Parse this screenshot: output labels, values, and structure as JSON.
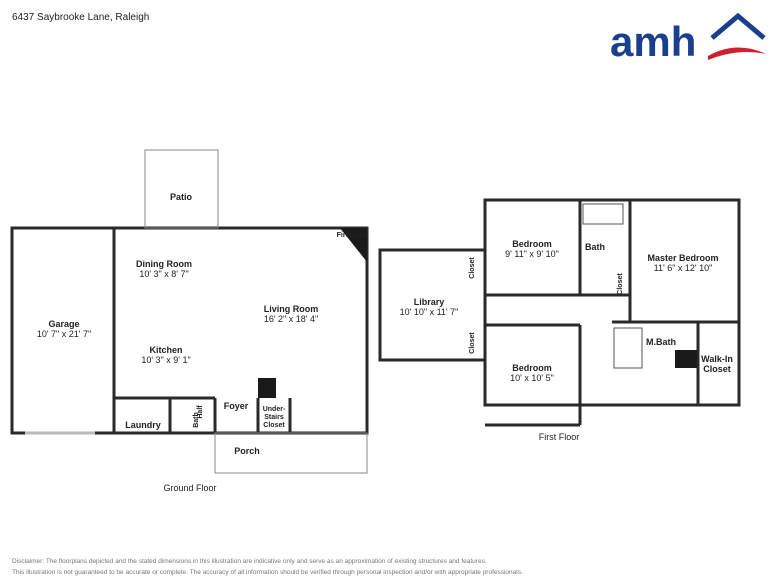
{
  "header": {
    "address": "6437 Saybrooke Lane, Raleigh",
    "logo_text": "amh"
  },
  "colors": {
    "brand_blue": "#1b3f8f",
    "brand_red": "#d0202e",
    "wall": "#2a2a2a"
  },
  "ground_floor": {
    "caption": "Ground Floor",
    "rooms": {
      "patio": "Patio",
      "garage": {
        "name": "Garage",
        "dims": "10' 7\" x 21' 7\""
      },
      "dining": {
        "name": "Dining Room",
        "dims": "10' 3\" x 8' 7\""
      },
      "kitchen": {
        "name": "Kitchen",
        "dims": "10' 3\" x 9' 1\""
      },
      "living": {
        "name": "Living Room",
        "dims": "16' 2\" x 18' 4\""
      },
      "fireplace": "Fireplace",
      "laundry": "Laundry",
      "half_bath_1": "Half",
      "half_bath_2": "Bath",
      "foyer": "Foyer",
      "under_stairs_1": "Under-",
      "under_stairs_2": "Stairs",
      "under_stairs_3": "Closet",
      "porch": "Porch"
    }
  },
  "first_floor": {
    "caption": "First Floor",
    "rooms": {
      "bedroom_a": {
        "name": "Bedroom",
        "dims": "9' 11\" x 9' 10\""
      },
      "bath": "Bath",
      "master": {
        "name": "Master Bedroom",
        "dims": "11' 6\" x 12' 10\""
      },
      "library": {
        "name": "Library",
        "dims": "10' 10\" x 11' 7\""
      },
      "closet": "Closet",
      "bedroom_b": {
        "name": "Bedroom",
        "dims": "10' x 10' 5\""
      },
      "mbath": "M.Bath",
      "walkin_1": "Walk-In",
      "walkin_2": "Closet"
    }
  },
  "footer": {
    "line1": "Disclaimer: The floorplans depicted and the stated dimensions in this illustration are indicative only and serve as an approximation of existing structures and features.",
    "line2": "This illustration is not guaranteed to be accurate or complete. The accuracy of all information should be verified through personal inspection and/or with appropriate professionals."
  }
}
